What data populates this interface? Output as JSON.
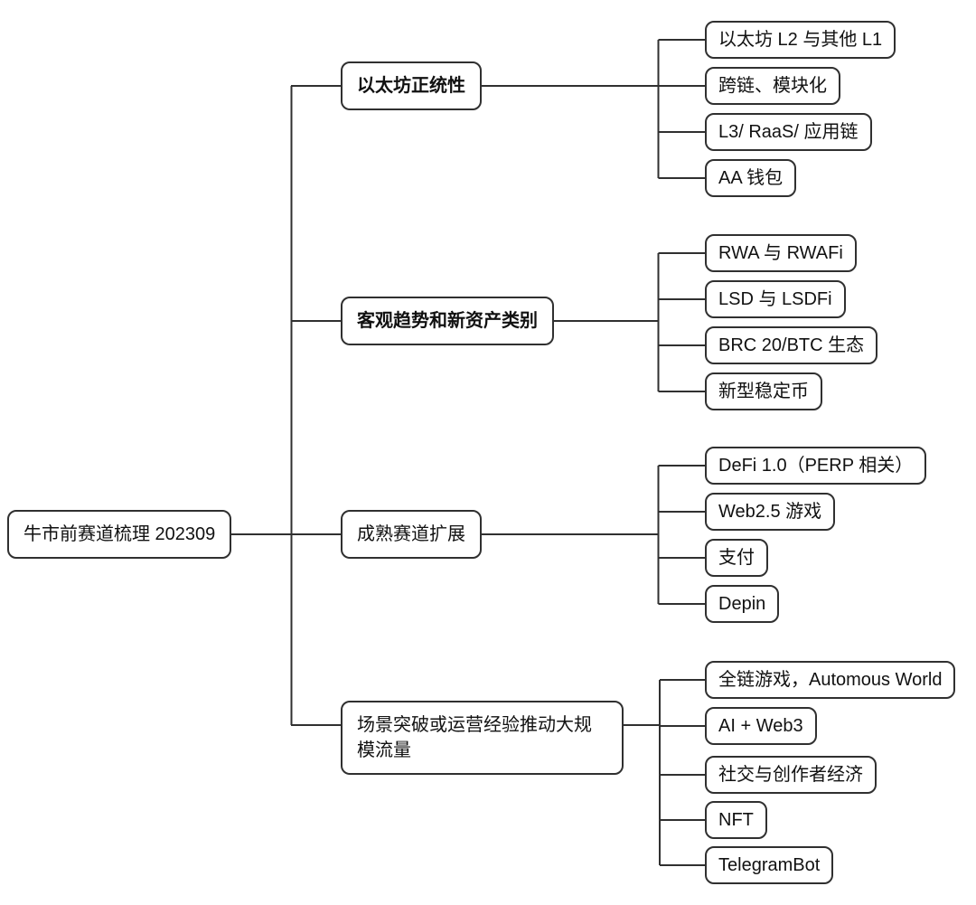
{
  "title": "牛市前赛道梳理 202309",
  "root": {
    "label": "牛市前赛道梳理 202309"
  },
  "branches": [
    {
      "label": "以太坊正统性",
      "bold": true,
      "children": [
        "以太坊 L2 与其他 L1",
        "跨链、模块化",
        "L3/ RaaS/ 应用链",
        "AA 钱包"
      ]
    },
    {
      "label": "客观趋势和新资产类别",
      "bold": true,
      "children": [
        "RWA 与 RWAFi",
        "LSD 与 LSDFi",
        "BRC 20/BTC 生态",
        "新型稳定币"
      ]
    },
    {
      "label": "成熟赛道扩展",
      "bold": false,
      "children": [
        "DeFi 1.0（PERP 相关）",
        "Web2.5 游戏",
        "支付",
        "Depin"
      ]
    },
    {
      "label": "场景突破或运营经验推动大规模流量",
      "bold": false,
      "children": [
        "全链游戏，Automous World",
        "AI + Web3",
        "社交与创作者经济",
        "NFT",
        "TelegramBot"
      ]
    }
  ],
  "colors": {
    "line": "#303030",
    "box_border": "#303030",
    "text": "#111111",
    "background": "#ffffff"
  }
}
